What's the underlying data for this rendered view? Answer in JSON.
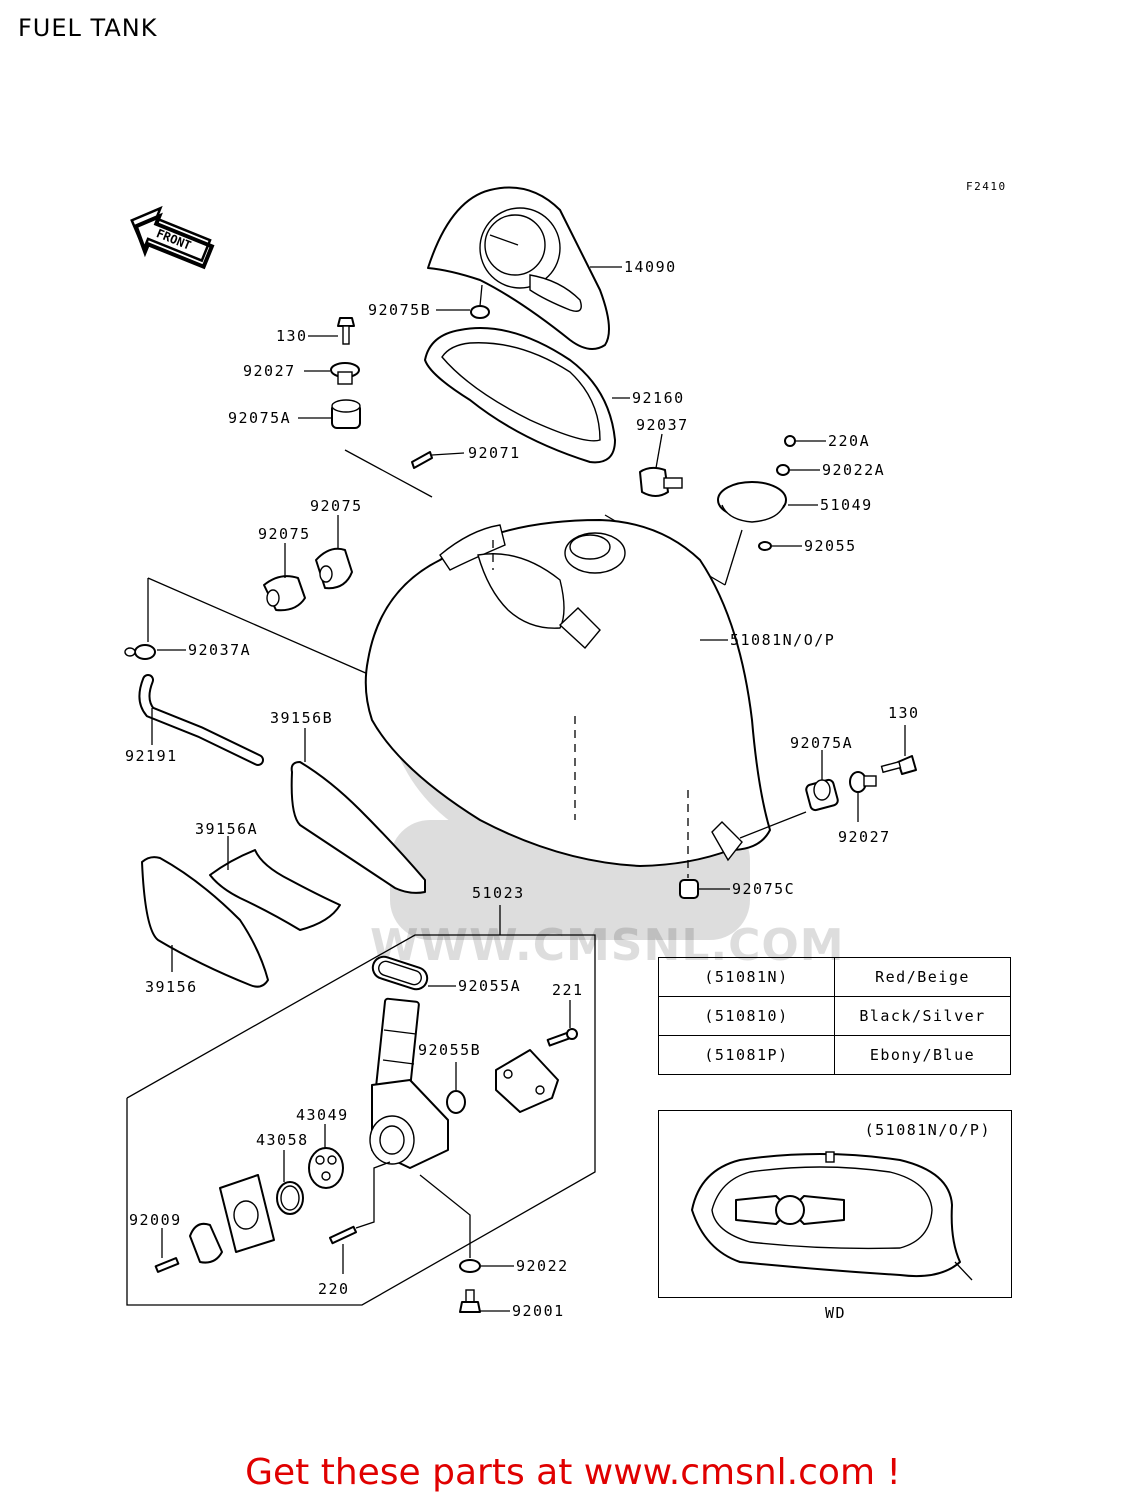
{
  "title": "FUEL TANK",
  "figure_code": "F2410",
  "front_arrow_label": "FRONT",
  "watermark": {
    "text": "WWW.CMSNL.COM",
    "logo": "cms-logo"
  },
  "parts": {
    "p14090": "14090",
    "p92075B": "92075B",
    "p130_top": "130",
    "p92027_left": "92027",
    "p92160": "92160",
    "p92075A_left": "92075A",
    "p92037": "92037",
    "p220A": "220A",
    "p92071": "92071",
    "p92022A": "92022A",
    "p51049": "51049",
    "p92075_upper": "92075",
    "p92075_lower": "92075",
    "p92055": "92055",
    "p92037A": "92037A",
    "p51081": "51081N/O/P",
    "p39156B": "39156B",
    "p130_right": "130",
    "p92191": "92191",
    "p92075A_right": "92075A",
    "p92027_right": "92027",
    "p39156A": "39156A",
    "p51023": "51023",
    "p92075C": "92075C",
    "p39156": "39156",
    "p92055A": "92055A",
    "p221": "221",
    "p92055B": "92055B",
    "p43049": "43049",
    "p43058": "43058",
    "p92009": "92009",
    "p92022": "92022",
    "p220": "220",
    "p92001": "92001"
  },
  "color_table": [
    {
      "code": "(51081N)",
      "color": "Red/Beige"
    },
    {
      "code": "(510810)",
      "color": "Black/Silver"
    },
    {
      "code": "(51081P)",
      "color": "Ebony/Blue"
    }
  ],
  "inset": {
    "label": "(51081N/O/P)",
    "caption": "WD"
  },
  "cta": "Get these parts at www.cmsnl.com !",
  "colors": {
    "cta": "#e00000",
    "line": "#000000"
  }
}
